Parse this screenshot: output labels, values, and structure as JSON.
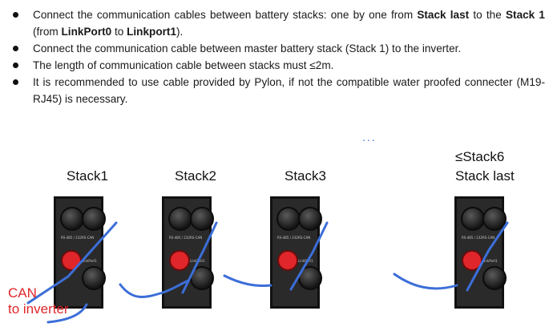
{
  "bullets": [
    {
      "id": "stack-order",
      "parts": [
        {
          "text": "Connect the communication cables between battery stacks: one by one from ",
          "bold": false
        },
        {
          "text": "Stack last",
          "bold": true
        },
        {
          "text": " to the ",
          "bold": false
        },
        {
          "text": "Stack 1",
          "bold": true
        },
        {
          "text": " (from ",
          "bold": false
        },
        {
          "text": "LinkPort0",
          "bold": true
        },
        {
          "text": " to ",
          "bold": false
        },
        {
          "text": "Linkport1",
          "bold": true
        },
        {
          "text": ").",
          "bold": false
        }
      ]
    },
    {
      "id": "master-inverter",
      "parts": [
        {
          "text": "Connect the communication cable between master battery stack (Stack 1) to the inverter.",
          "bold": false
        }
      ]
    },
    {
      "id": "cable-length",
      "parts": [
        {
          "text": "The length of communication cable between stacks must ≤2m.",
          "bold": false
        }
      ]
    },
    {
      "id": "cable-recommend",
      "parts": [
        {
          "text": "It is recommended to use cable provided by Pylon, if not the compatible water proofed connecter (M19-RJ45) is necessary.",
          "bold": false
        }
      ]
    }
  ],
  "diagram": {
    "stacks": [
      {
        "label": "Stack1"
      },
      {
        "label": "Stack2"
      },
      {
        "label": "Stack3"
      },
      {
        "label_line1": "≤Stack6",
        "label_line2": "Stack last"
      }
    ],
    "panel_text": {
      "rs": "RS-485 / 232",
      "can": "RS-CAN",
      "link": "LinkPort1"
    },
    "ellipsis": "...",
    "can_label_line1": "CAN",
    "can_label_line2": "to inverter",
    "colors": {
      "cable": "#3c6ed8",
      "can_text": "#e0262a",
      "red_button": "#e0262a",
      "panel": "#2a2a2a"
    }
  }
}
